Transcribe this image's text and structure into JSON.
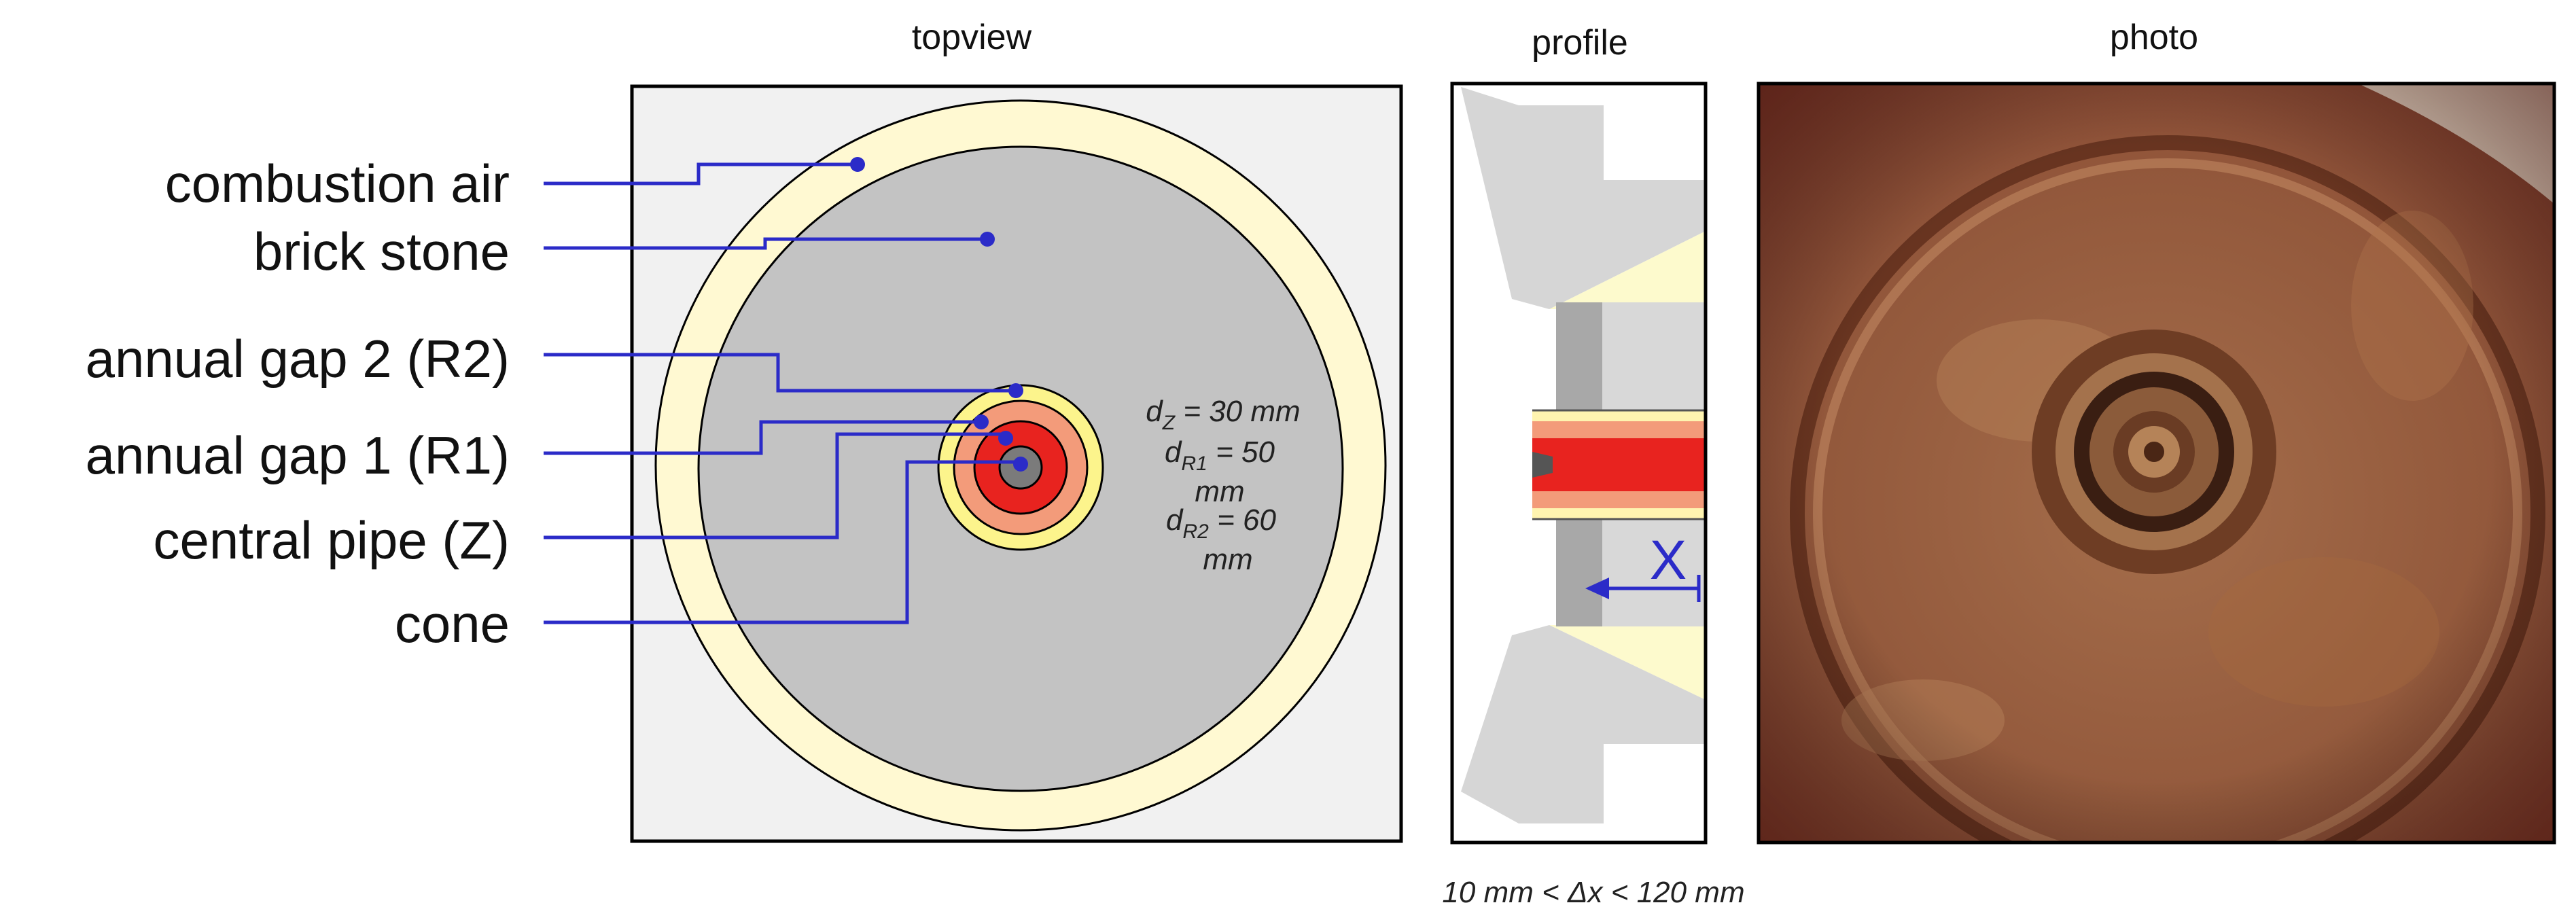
{
  "panels": {
    "topview": "topview",
    "profile": "profile",
    "photo": "photo"
  },
  "callouts": {
    "combustion_air": "combustion air",
    "brick_stone": "brick stone",
    "annual_gap_2": "annual gap 2 (R2)",
    "annual_gap_1": "annual gap  1 (R1)",
    "central_pipe": "central pipe (Z)",
    "cone": "cone"
  },
  "dimensions": {
    "dz": {
      "sym": "d",
      "sub": "Z",
      "val": " = 30 mm"
    },
    "dr1": {
      "sym": "d",
      "sub": "R1",
      "val": " = 50",
      "unit": "mm"
    },
    "dr2": {
      "sym": "d",
      "sub": "R2",
      "val": " = 60",
      "unit": "mm"
    }
  },
  "profile_marker": "X",
  "range_text": "10 mm < Δx < 120 mm",
  "colors": {
    "leader": "#2b2bc8",
    "combustion_air": "#fff9d2",
    "brick_stone": "#c3c3c3",
    "gap2": "#fcf48c",
    "gap1": "#f39b7a",
    "central_pipe": "#e8231f",
    "cone": "#7b7b7b",
    "background": "#f1f1f1"
  }
}
